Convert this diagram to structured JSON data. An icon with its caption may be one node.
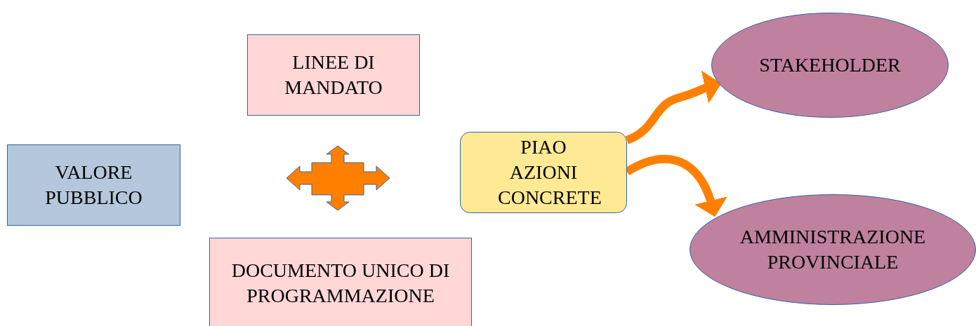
{
  "diagram": {
    "nodes": [
      {
        "text": [
          "VALORE PUBBLICO"
        ]
      },
      {
        "text": [
          "LINEE DI MANDATO"
        ]
      },
      {
        "text": [
          "DOCUMENTO UNICO DI PROGRAMMAZIONE"
        ]
      },
      {
        "text": [
          "PIAO AZIONI CONCRETE"
        ]
      },
      {
        "text": [
          "STAKEHOLDER"
        ]
      },
      {
        "text": [
          "AMMINISTRAZIONE PROVINCIALE"
        ]
      }
    ],
    "edges": [
      {
        "from": 3,
        "to": 4,
        "arrow": "to"
      },
      {
        "from": 3,
        "to": 5,
        "arrow": "to"
      }
    ]
  }
}
